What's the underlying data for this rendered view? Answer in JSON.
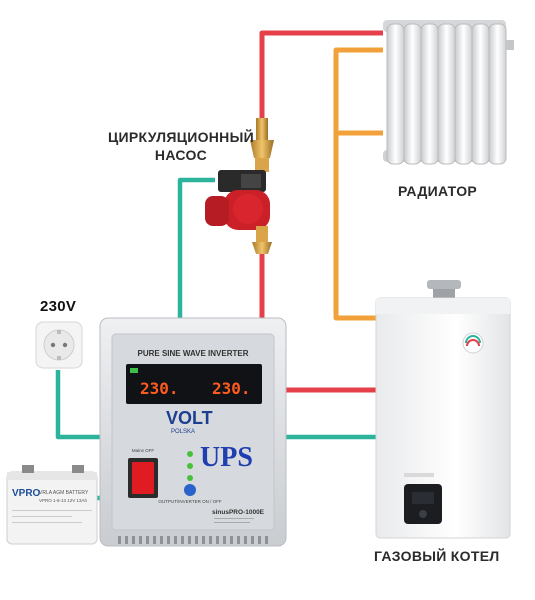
{
  "labels": {
    "pump_line1": "ЦИРКУЛЯЦИОННЫЙ",
    "pump_line2": "НАСОС",
    "radiator": "РАДИАТОР",
    "boiler": "ГАЗОВЫЙ КОТЕЛ",
    "voltage": "230V"
  },
  "ups": {
    "header": "PURE SINE WAVE INVERTER",
    "display_left": "230.",
    "display_right": "230.",
    "brand": "VOLT",
    "brand_sub": "POLSKA",
    "tag": "UPS",
    "model": "sinusPRO-1000E",
    "switch_label": "Mains OFF",
    "button_label": "OUTPUT/INVERTER ON / OFF"
  },
  "battery": {
    "brand": "VPRO",
    "text": "VRLA AGM BATTERY",
    "spec": "VPRO 1-6-13 12V 13Ah"
  },
  "colors": {
    "red_pipe": "#e5404a",
    "orange_pipe": "#f2a03a",
    "teal_wire": "#2bb39b",
    "ups_body": "#dcdfe3",
    "ups_panel": "#cfd3d8",
    "pump_red": "#cc2028",
    "label": "#2b2b2b"
  }
}
